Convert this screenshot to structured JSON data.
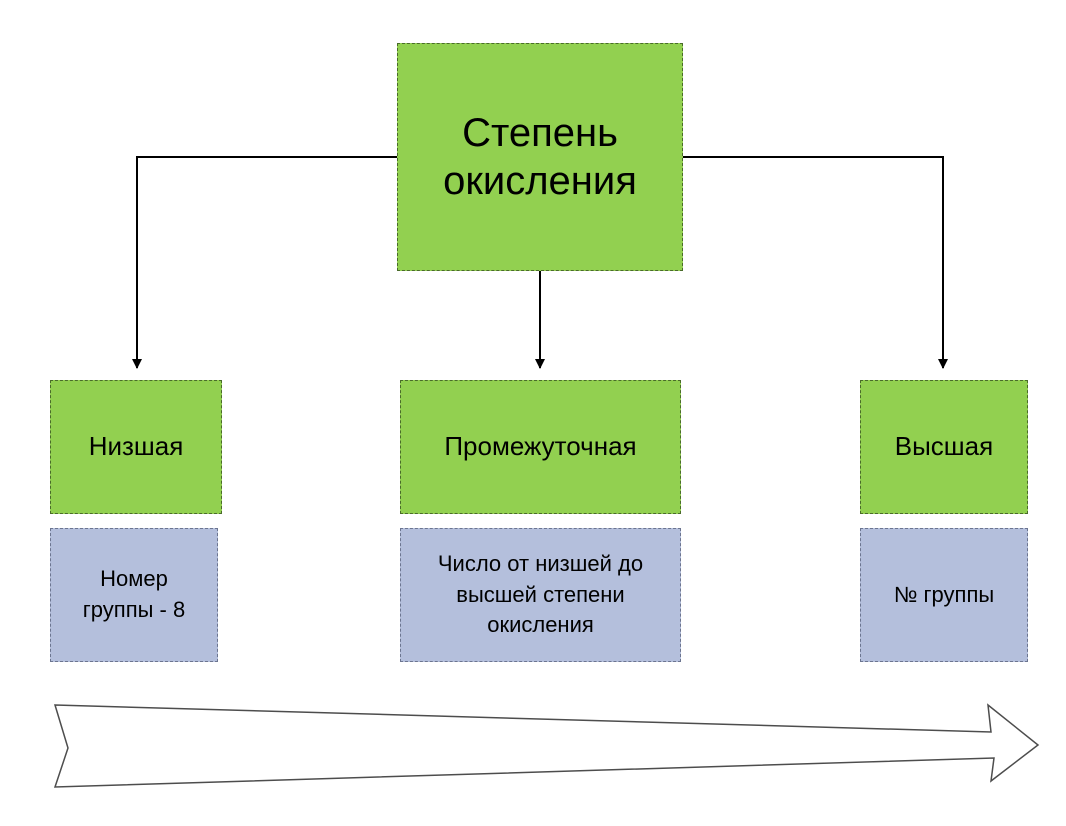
{
  "diagram": {
    "root": {
      "label": "Степень\nокисления"
    },
    "levels": [
      {
        "id": "low",
        "label": "Низшая",
        "description": "Номер\nгруппы - 8"
      },
      {
        "id": "mid",
        "label": "Промежуточная",
        "description": "Число от низшей до\nвысшей степени\nокисления"
      },
      {
        "id": "high",
        "label": "Высшая",
        "description": "№ группы"
      }
    ],
    "colors": {
      "primary_node": "#92d050",
      "secondary_node": "#b4bfdc",
      "connector": "#000000",
      "arrow_outline": "#4d4d4d"
    }
  }
}
